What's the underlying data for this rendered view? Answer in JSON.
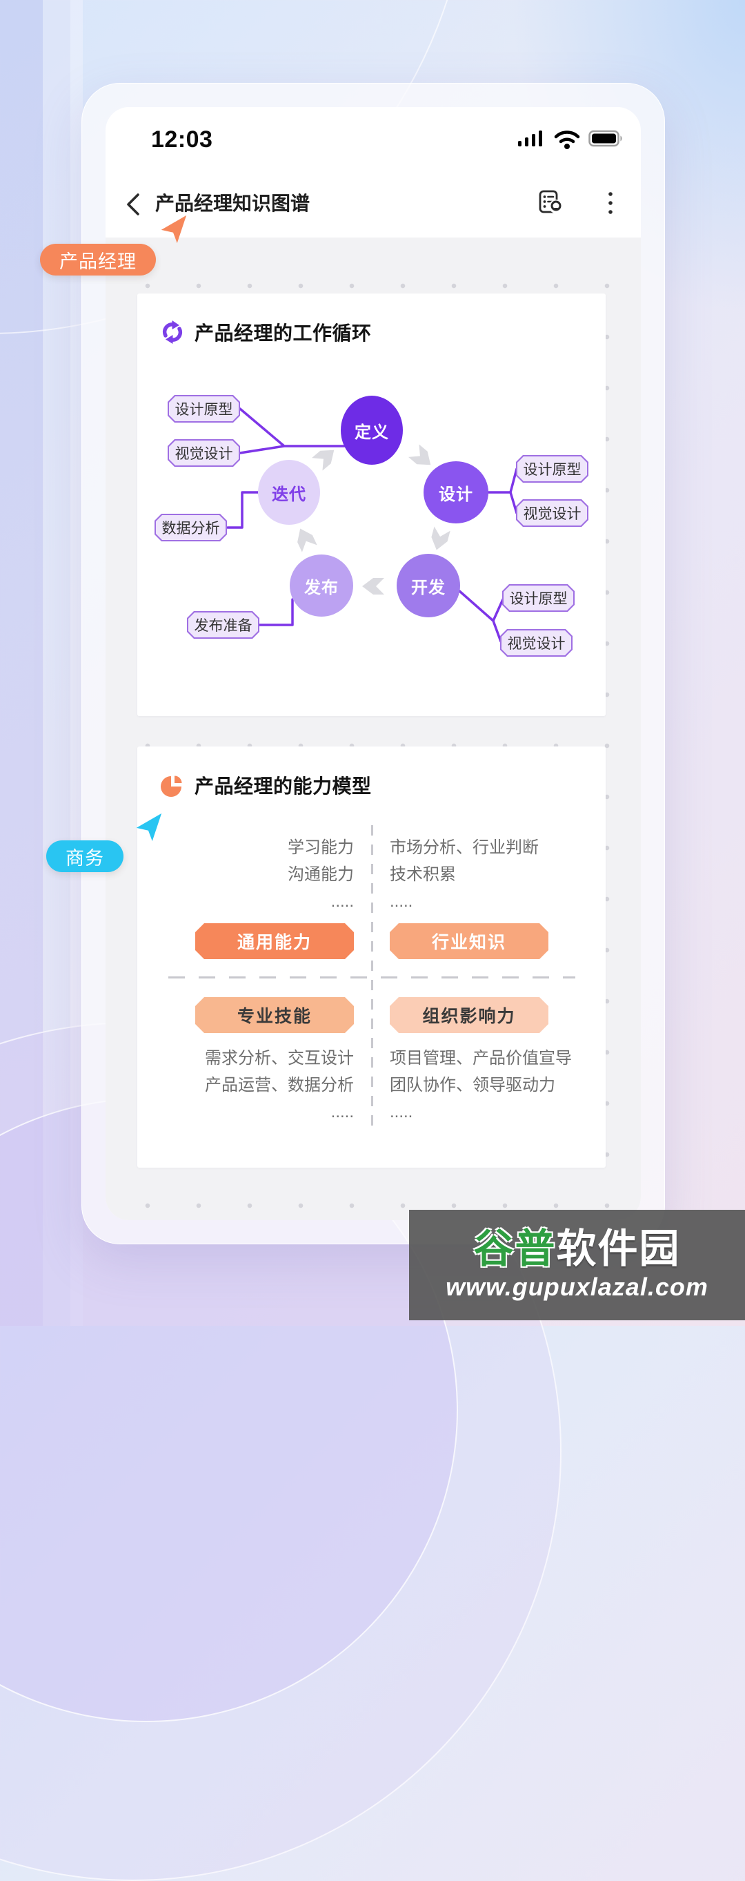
{
  "status_bar": {
    "time": "12:03",
    "icons": [
      "signal",
      "wifi",
      "battery"
    ]
  },
  "nav": {
    "title": "产品经理知识图谱",
    "back_icon": "chevron-left",
    "actions": [
      "map-note-icon",
      "kebab-menu-icon"
    ]
  },
  "collaborators": [
    {
      "label": "产品经理",
      "color": "#F6875A"
    },
    {
      "label": "商务",
      "color": "#29C5F2"
    }
  ],
  "cards": [
    {
      "title": "产品经理的工作循环",
      "icon": "cycle-icon",
      "icon_color": "#7C3FE8",
      "diagram": {
        "type": "cycle",
        "line_color": "#7D35E8",
        "arrow_color": "#DBDBE0",
        "nodes": [
          {
            "label": "定义",
            "fill": "#6E2CE6",
            "text_color": "#FFFFFF"
          },
          {
            "label": "设计",
            "fill": "#8A55EF",
            "text_color": "#FFFFFF"
          },
          {
            "label": "开发",
            "fill": "#9F7BEC",
            "text_color": "#FFFFFF"
          },
          {
            "label": "发布",
            "fill": "#BCA2F2",
            "text_color": "#FFFFFF"
          },
          {
            "label": "迭代",
            "fill": "#E1D4F9",
            "text_color": "#8040E8"
          }
        ],
        "attachments": [
          {
            "node": "定义",
            "labels": [
              "设计原型",
              "视觉设计"
            ]
          },
          {
            "node": "迭代",
            "labels": [
              "数据分析"
            ]
          },
          {
            "node": "设计",
            "labels": [
              "设计原型",
              "视觉设计"
            ]
          },
          {
            "node": "开发",
            "labels": [
              "设计原型",
              "视觉设计"
            ]
          },
          {
            "node": "发布",
            "labels": [
              "发布准备"
            ]
          }
        ]
      }
    },
    {
      "title": "产品经理的能力模型",
      "icon": "pie-icon",
      "icon_color": "#F6875A",
      "quadrants": {
        "top_left": {
          "lines": [
            "学习能力",
            "沟通能力",
            "....."
          ],
          "button": "通用能力",
          "button_color": "#F6875A"
        },
        "top_right": {
          "lines": [
            "市场分析、行业判断",
            "技术积累",
            "....."
          ],
          "button": "行业知识",
          "button_color": "#F8A77D"
        },
        "bottom_left": {
          "lines": [
            "需求分析、交互设计",
            "产品运营、数据分析",
            "....."
          ],
          "button": "专业技能",
          "button_color": "#F8B78F"
        },
        "bottom_right": {
          "lines": [
            "项目管理、产品价值宣导",
            "团队协作、领导驱动力",
            "....."
          ],
          "button": "组织影响力",
          "button_color": "#FBCDB5"
        }
      }
    }
  ],
  "watermark": {
    "brand_prefix": "谷普",
    "brand_suffix": "软件园",
    "url": "www.gupuxlazal.com"
  }
}
